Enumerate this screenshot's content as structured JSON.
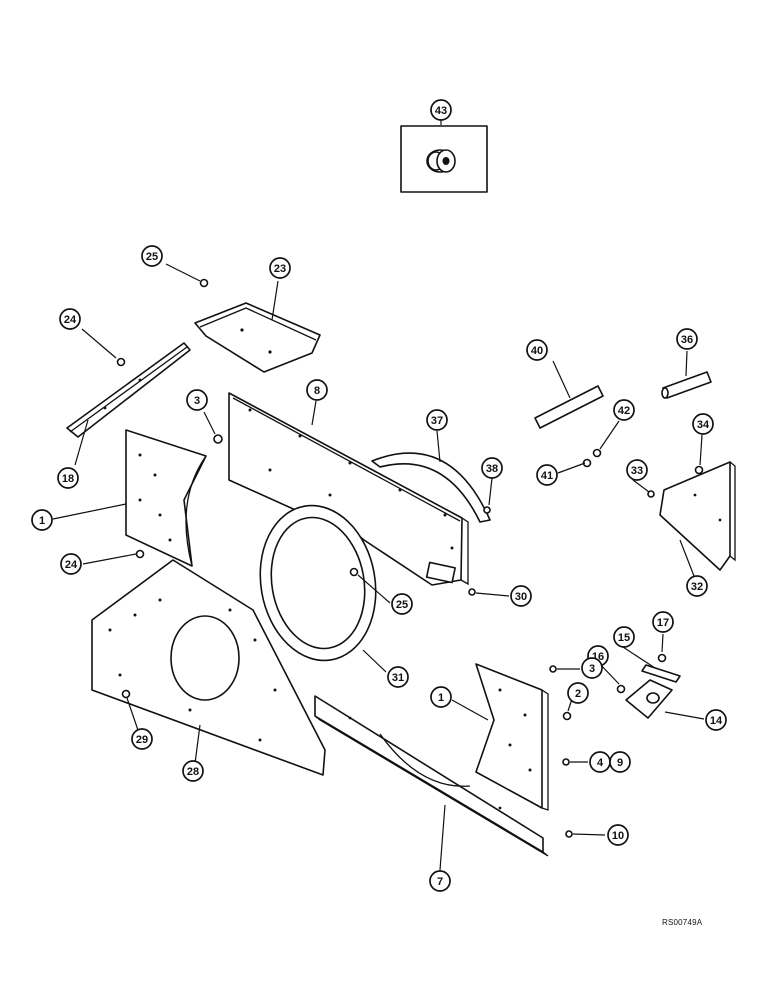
{
  "reference_code": "RS00749A",
  "callouts": [
    {
      "label": "43"
    },
    {
      "label": "25"
    },
    {
      "label": "23"
    },
    {
      "label": "24"
    },
    {
      "label": "18"
    },
    {
      "label": "3"
    },
    {
      "label": "8"
    },
    {
      "label": "37"
    },
    {
      "label": "38"
    },
    {
      "label": "40"
    },
    {
      "label": "36"
    },
    {
      "label": "42"
    },
    {
      "label": "41"
    },
    {
      "label": "34"
    },
    {
      "label": "33"
    },
    {
      "label": "32"
    },
    {
      "label": "1"
    },
    {
      "label": "24"
    },
    {
      "label": "25"
    },
    {
      "label": "30"
    },
    {
      "label": "31"
    },
    {
      "label": "17"
    },
    {
      "label": "15"
    },
    {
      "label": "16"
    },
    {
      "label": "3"
    },
    {
      "label": "2"
    },
    {
      "label": "1"
    },
    {
      "label": "14"
    },
    {
      "label": "29"
    },
    {
      "label": "28"
    },
    {
      "label": "4"
    },
    {
      "label": "9"
    },
    {
      "label": "10"
    },
    {
      "label": "7"
    }
  ]
}
